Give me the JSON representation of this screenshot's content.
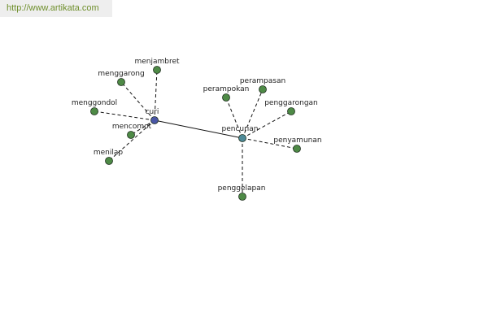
{
  "watermark": {
    "text": "http://www.artikata.com"
  },
  "colors": {
    "hub_primary": "#4a56a6",
    "hub_secondary": "#4d8a98",
    "leaf": "#4e8a46",
    "node_stroke": "#1f2f1f",
    "edge_solid": "#111111",
    "edge_dashed": "#111111",
    "watermark_bg": "#eeeeee",
    "watermark_text": "#6f8f2c"
  },
  "diagram": {
    "nodes": [
      {
        "id": "curi",
        "label": "curi",
        "kind": "hub-primary"
      },
      {
        "id": "pencurian",
        "label": "pencurian",
        "kind": "hub-secondary"
      },
      {
        "id": "menjambret",
        "label": "menjambret",
        "kind": "leaf"
      },
      {
        "id": "menggarong",
        "label": "menggarong",
        "kind": "leaf"
      },
      {
        "id": "menggondol",
        "label": "menggondol",
        "kind": "leaf"
      },
      {
        "id": "mencomot",
        "label": "mencomot",
        "kind": "leaf"
      },
      {
        "id": "menilap",
        "label": "menilap",
        "kind": "leaf"
      },
      {
        "id": "perampokan",
        "label": "perampokan",
        "kind": "leaf"
      },
      {
        "id": "perampasan",
        "label": "perampasan",
        "kind": "leaf"
      },
      {
        "id": "penggarongan",
        "label": "penggarongan",
        "kind": "leaf"
      },
      {
        "id": "penyamunan",
        "label": "penyamunan",
        "kind": "leaf"
      },
      {
        "id": "penggelapan",
        "label": "penggelapan",
        "kind": "leaf"
      }
    ],
    "edges": [
      {
        "from": "curi",
        "to": "pencurian",
        "style": "solid"
      },
      {
        "from": "curi",
        "to": "menjambret",
        "style": "dashed"
      },
      {
        "from": "curi",
        "to": "menggarong",
        "style": "dashed"
      },
      {
        "from": "curi",
        "to": "menggondol",
        "style": "dashed"
      },
      {
        "from": "curi",
        "to": "mencomot",
        "style": "dashed"
      },
      {
        "from": "curi",
        "to": "menilap",
        "style": "dashed"
      },
      {
        "from": "pencurian",
        "to": "perampokan",
        "style": "dashed"
      },
      {
        "from": "pencurian",
        "to": "perampasan",
        "style": "dashed"
      },
      {
        "from": "pencurian",
        "to": "penggarongan",
        "style": "dashed"
      },
      {
        "from": "pencurian",
        "to": "penyamunan",
        "style": "dashed"
      },
      {
        "from": "pencurian",
        "to": "penggelapan",
        "style": "dashed"
      }
    ]
  }
}
